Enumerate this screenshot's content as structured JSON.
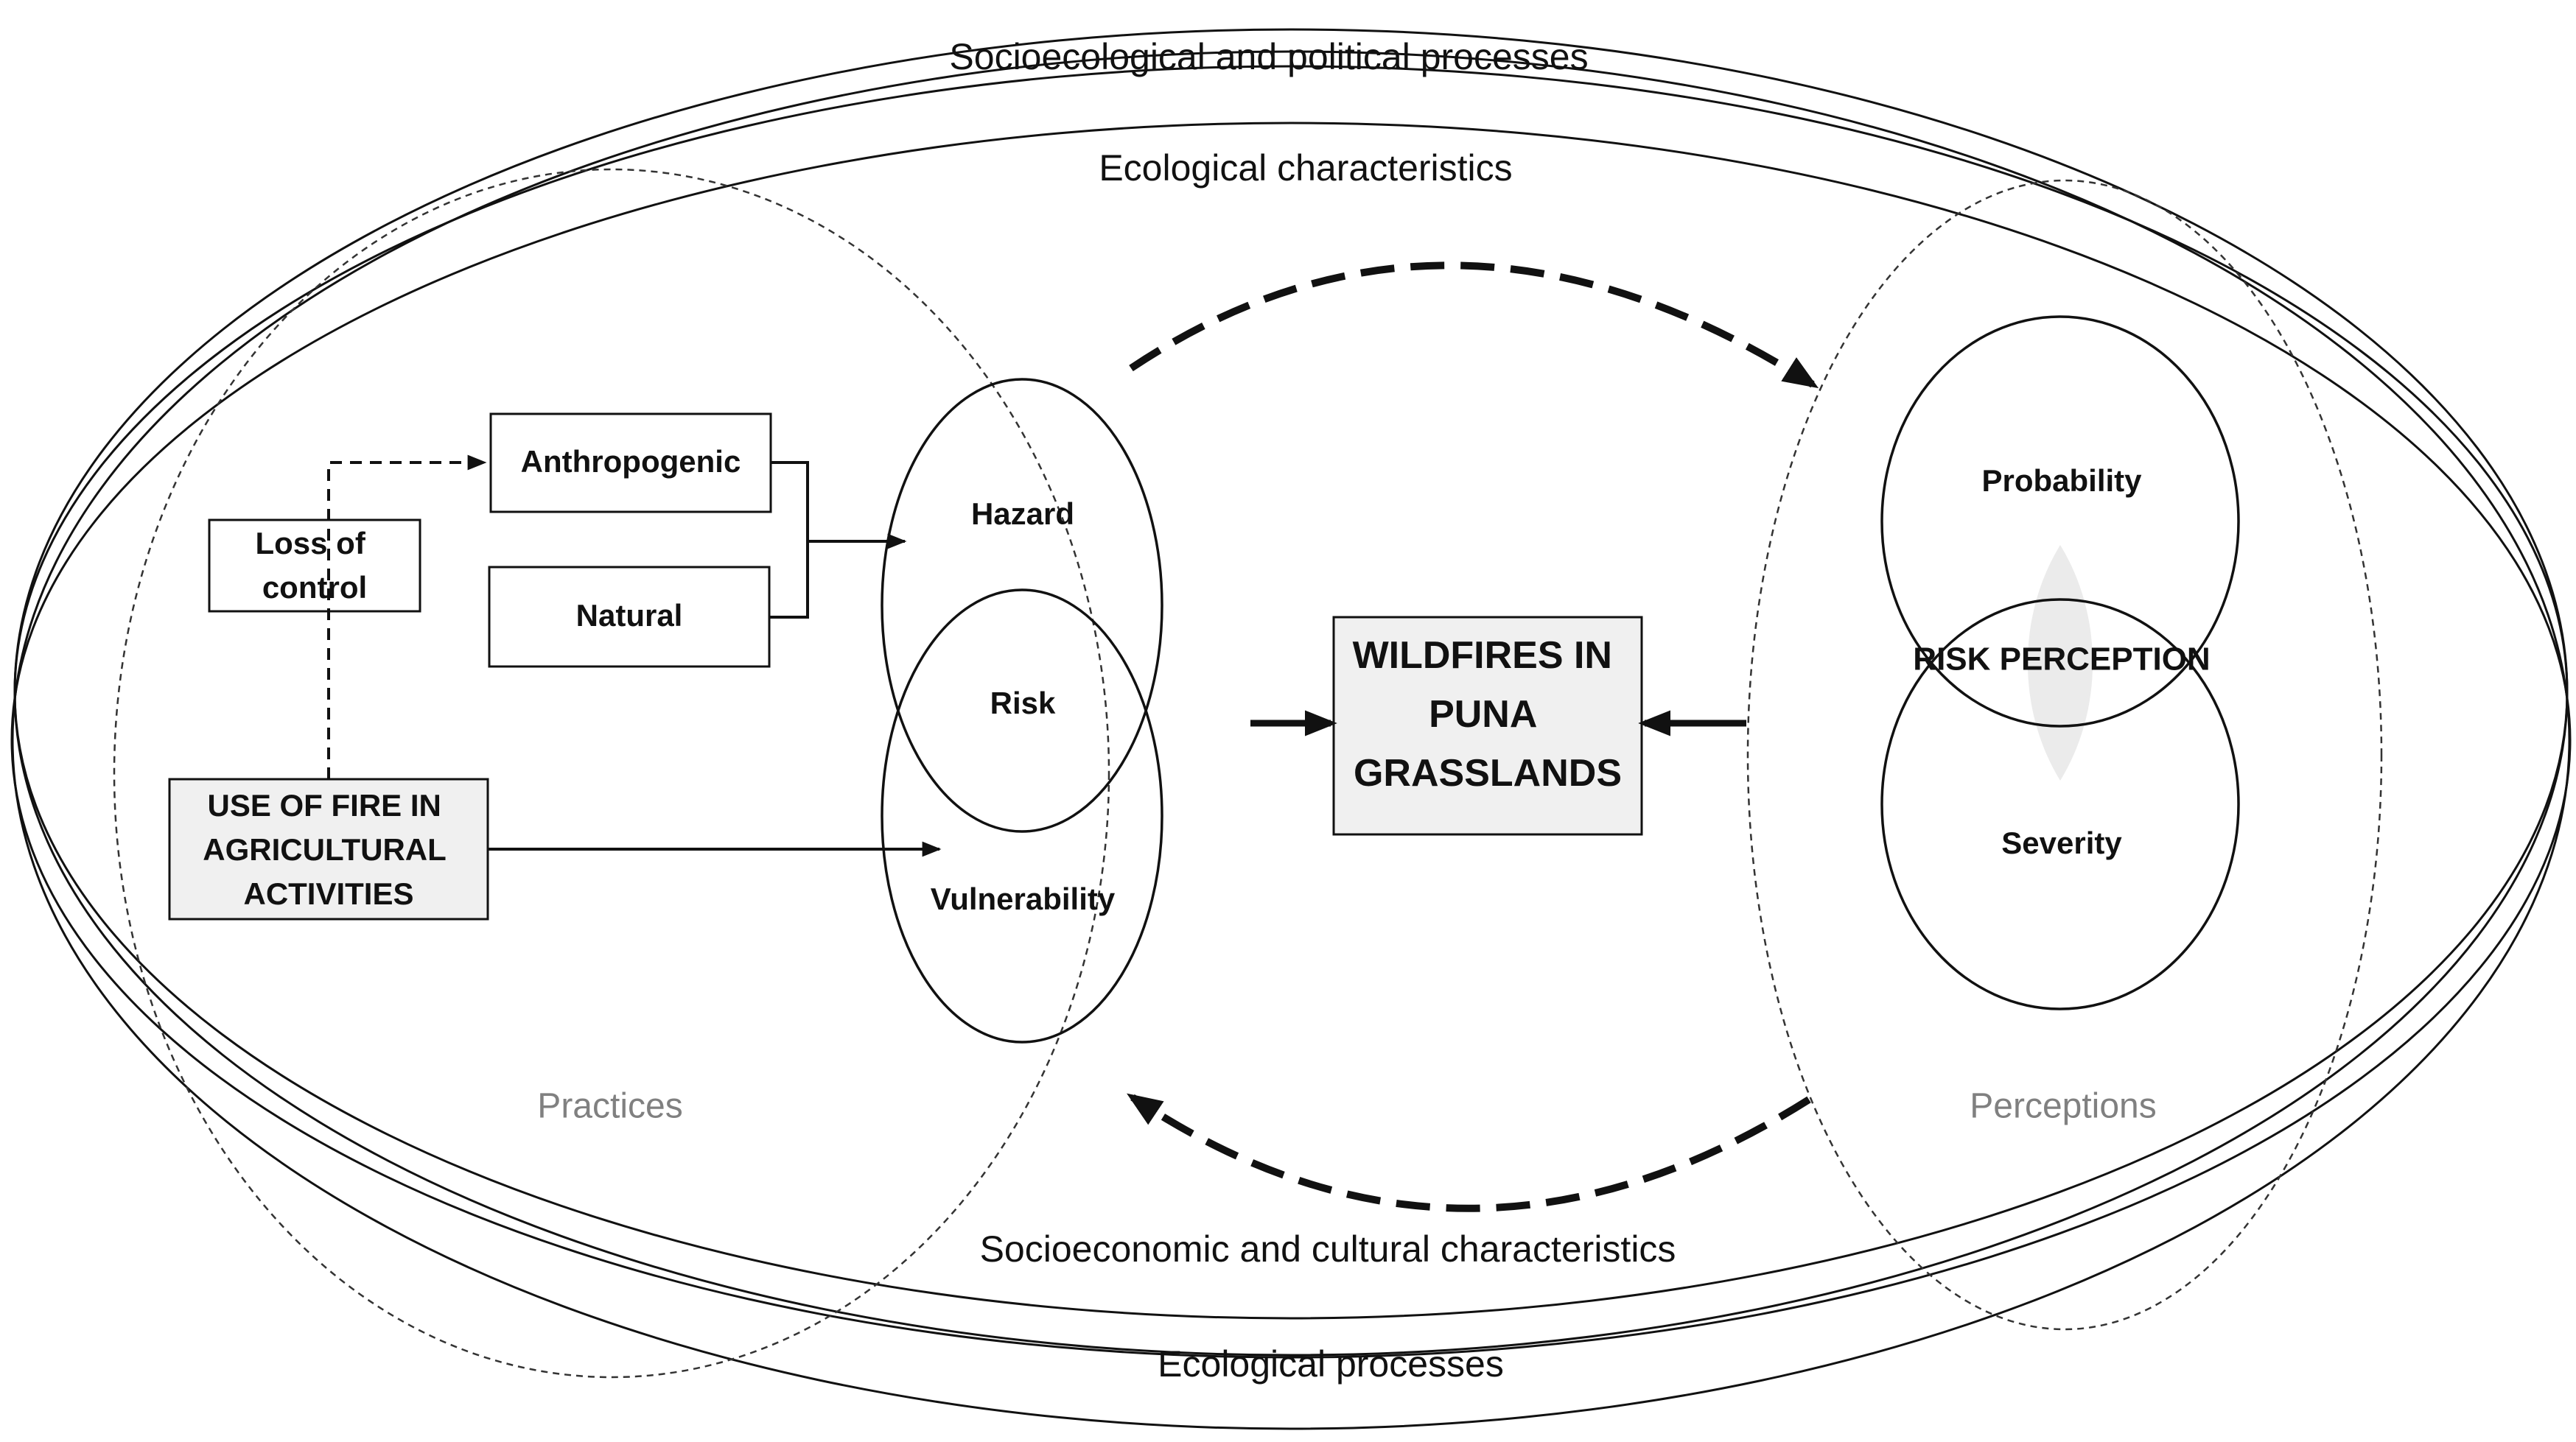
{
  "diagram": {
    "context": {
      "outer_top": "Socioecological and political processes",
      "inner_top": "Ecological characteristics",
      "inner_bottom": "Socioeconomic and cultural characteristics",
      "outer_bottom": "Ecological processes"
    },
    "practices": {
      "label": "Practices",
      "anthropogenic": "Anthropogenic",
      "natural": "Natural",
      "loss_of_control": [
        "Loss of",
        "control"
      ],
      "use_of_fire": [
        "USE OF FIRE IN",
        "AGRICULTURAL",
        "ACTIVITIES"
      ],
      "hazard": "Hazard",
      "risk": "Risk",
      "vulnerability": "Vulnerability"
    },
    "center": {
      "title": [
        "WILDFIRES IN",
        "PUNA",
        "GRASSLANDS"
      ]
    },
    "perceptions": {
      "label": "Perceptions",
      "probability": "Probability",
      "risk_perception": "RISK PERCEPTION",
      "severity": "Severity"
    },
    "colors": {
      "stroke": "#111111",
      "box_fill": "#f0f0f0",
      "muted_text": "#808080"
    }
  }
}
